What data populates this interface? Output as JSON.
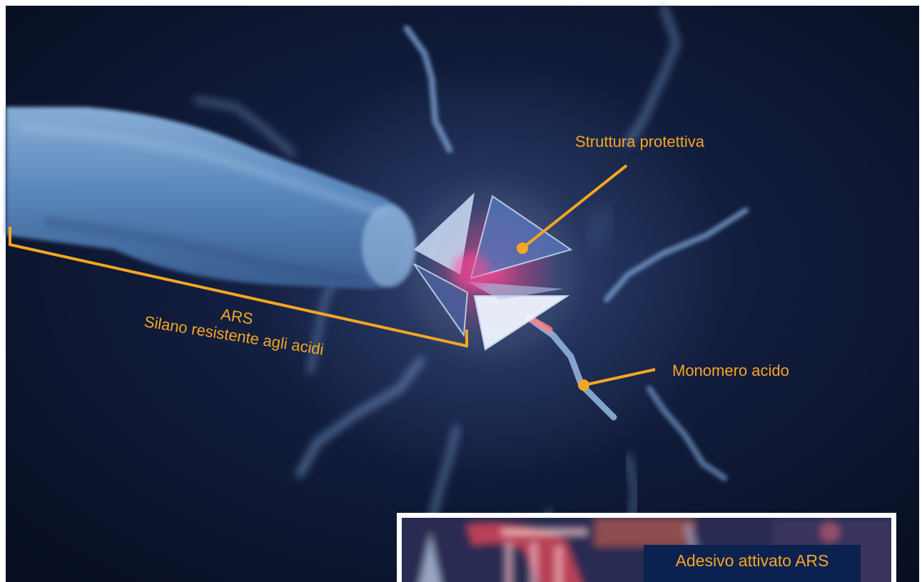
{
  "labels": {
    "protective_structure": "Struttura protettiva",
    "acid_monomer": "Monomero acido",
    "silane_abbrev": "ARS",
    "silane_name": "Silano resistente agli acidi"
  },
  "inset": {
    "caption": "Adesivo attivato ARS"
  },
  "colors": {
    "background": "#0d1730",
    "accent": "#f5a623",
    "caption_background": "#0b2150",
    "frame": "#ffffff"
  }
}
